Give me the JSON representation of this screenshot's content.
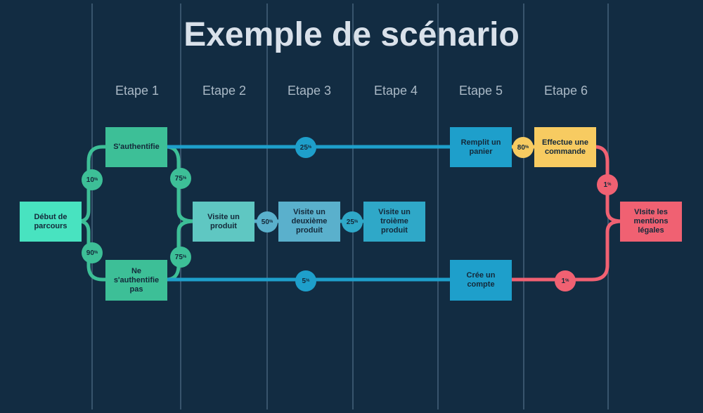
{
  "title": "Exemple de scénario",
  "stages": [
    "Etape 1",
    "Etape 2",
    "Etape 3",
    "Etape 4",
    "Etape 5",
    "Etape 6"
  ],
  "nodes": {
    "debut": "Début de\nparcours",
    "authentifie": "S'authentifie",
    "non_authentifie": "Ne\ns'authentifie\npas",
    "visite_produit": "Visite un\nproduit",
    "visite_deuxieme": "Visite un\ndeuxième\nproduit",
    "visite_troisieme": "Visite un\ntroième\nproduit",
    "remplit_panier": "Remplit un\npanier",
    "effectue_commande": "Effectue une\ncommande",
    "cree_compte": "Crée un\ncompte",
    "mentions_legales": "VIsite les\nmentions\nlégales"
  },
  "badges": {
    "debut_auth": "10",
    "debut_non_auth": "90",
    "auth_produit": "75",
    "non_auth_produit": "75",
    "auth_panier": "25",
    "produit_deuxieme": "50",
    "deuxieme_troisieme": "25",
    "non_auth_compte": "5",
    "panier_commande": "80",
    "commande_mentions": "1",
    "compte_mentions": "1",
    "percent_sign": "%"
  },
  "colors": {
    "background": "#122c42",
    "green_dark": "#3dbf97",
    "green_light": "#48e3c0",
    "teal": "#5fc7c2",
    "steel": "#5ab0cc",
    "cyan": "#2fa8c8",
    "blue": "#1e9fcb",
    "yellow": "#f7cb61",
    "red": "#f06172"
  }
}
